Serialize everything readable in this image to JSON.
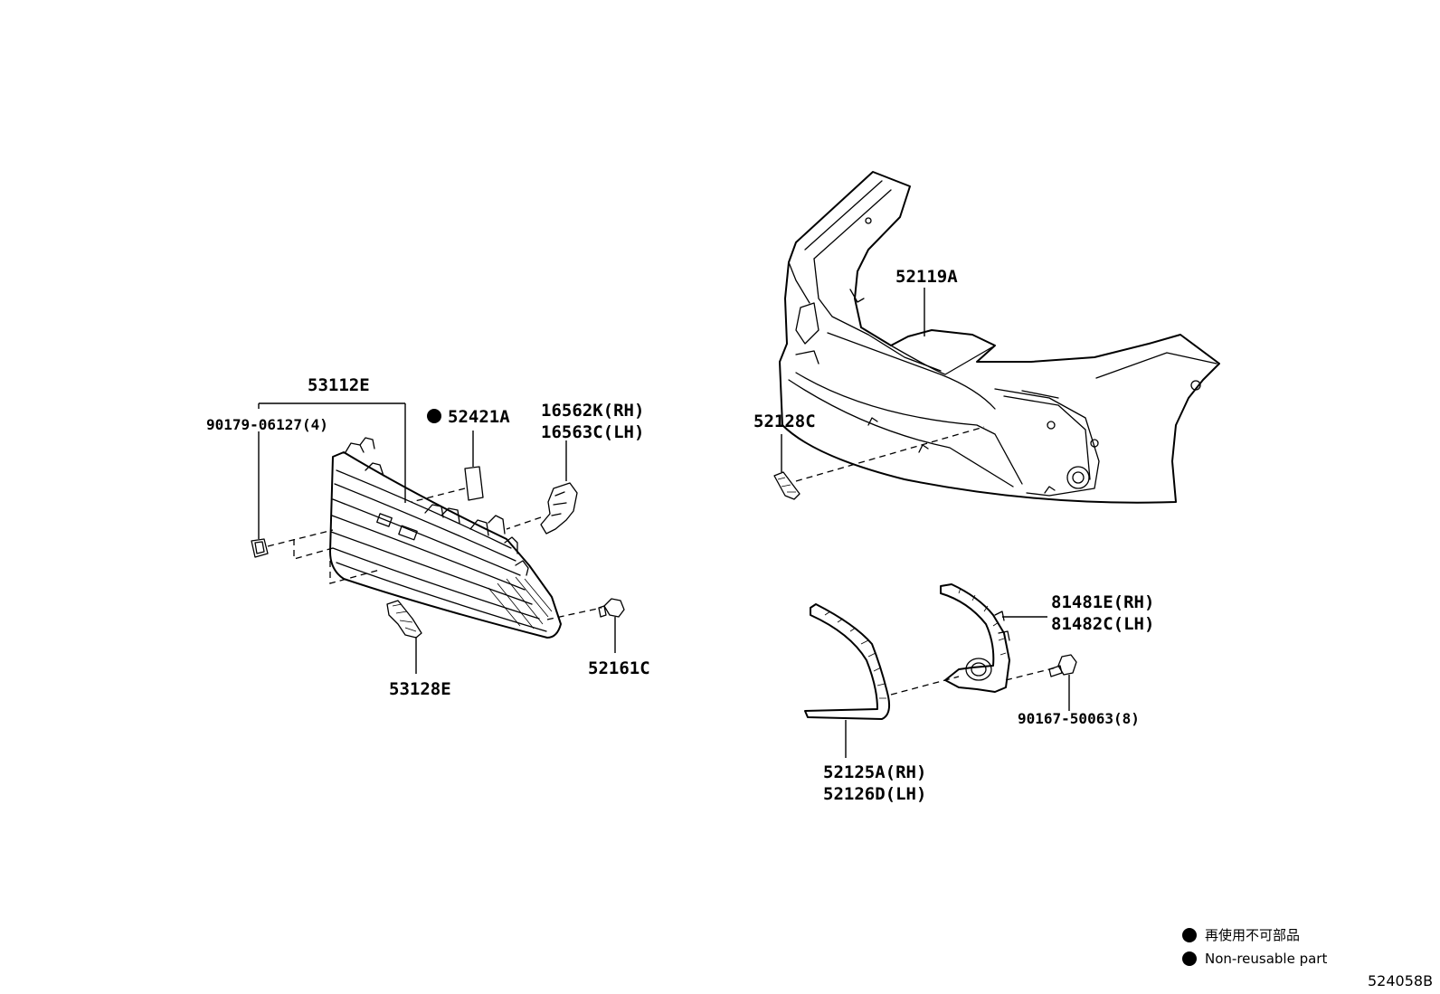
{
  "parts": {
    "p53112E": "53112E",
    "p90179": "90179-06127(4)",
    "p52421A": "52421A",
    "p16562K": "16562K(RH)",
    "p16563C": "16563C(LH)",
    "p53128E": "53128E",
    "p52161C": "52161C",
    "p52119A": "52119A",
    "p52128C": "52128C",
    "p81481E": "81481E(RH)",
    "p81482C": "81482C(LH)",
    "p90167": "90167-50063(8)",
    "p52125A": "52125A(RH)",
    "p52126D": "52126D(LH)"
  },
  "legend": {
    "non_reusable_jp": "再使用不可部品",
    "non_reusable_en": "Non-reusable part"
  },
  "diagram_code": "524058B"
}
